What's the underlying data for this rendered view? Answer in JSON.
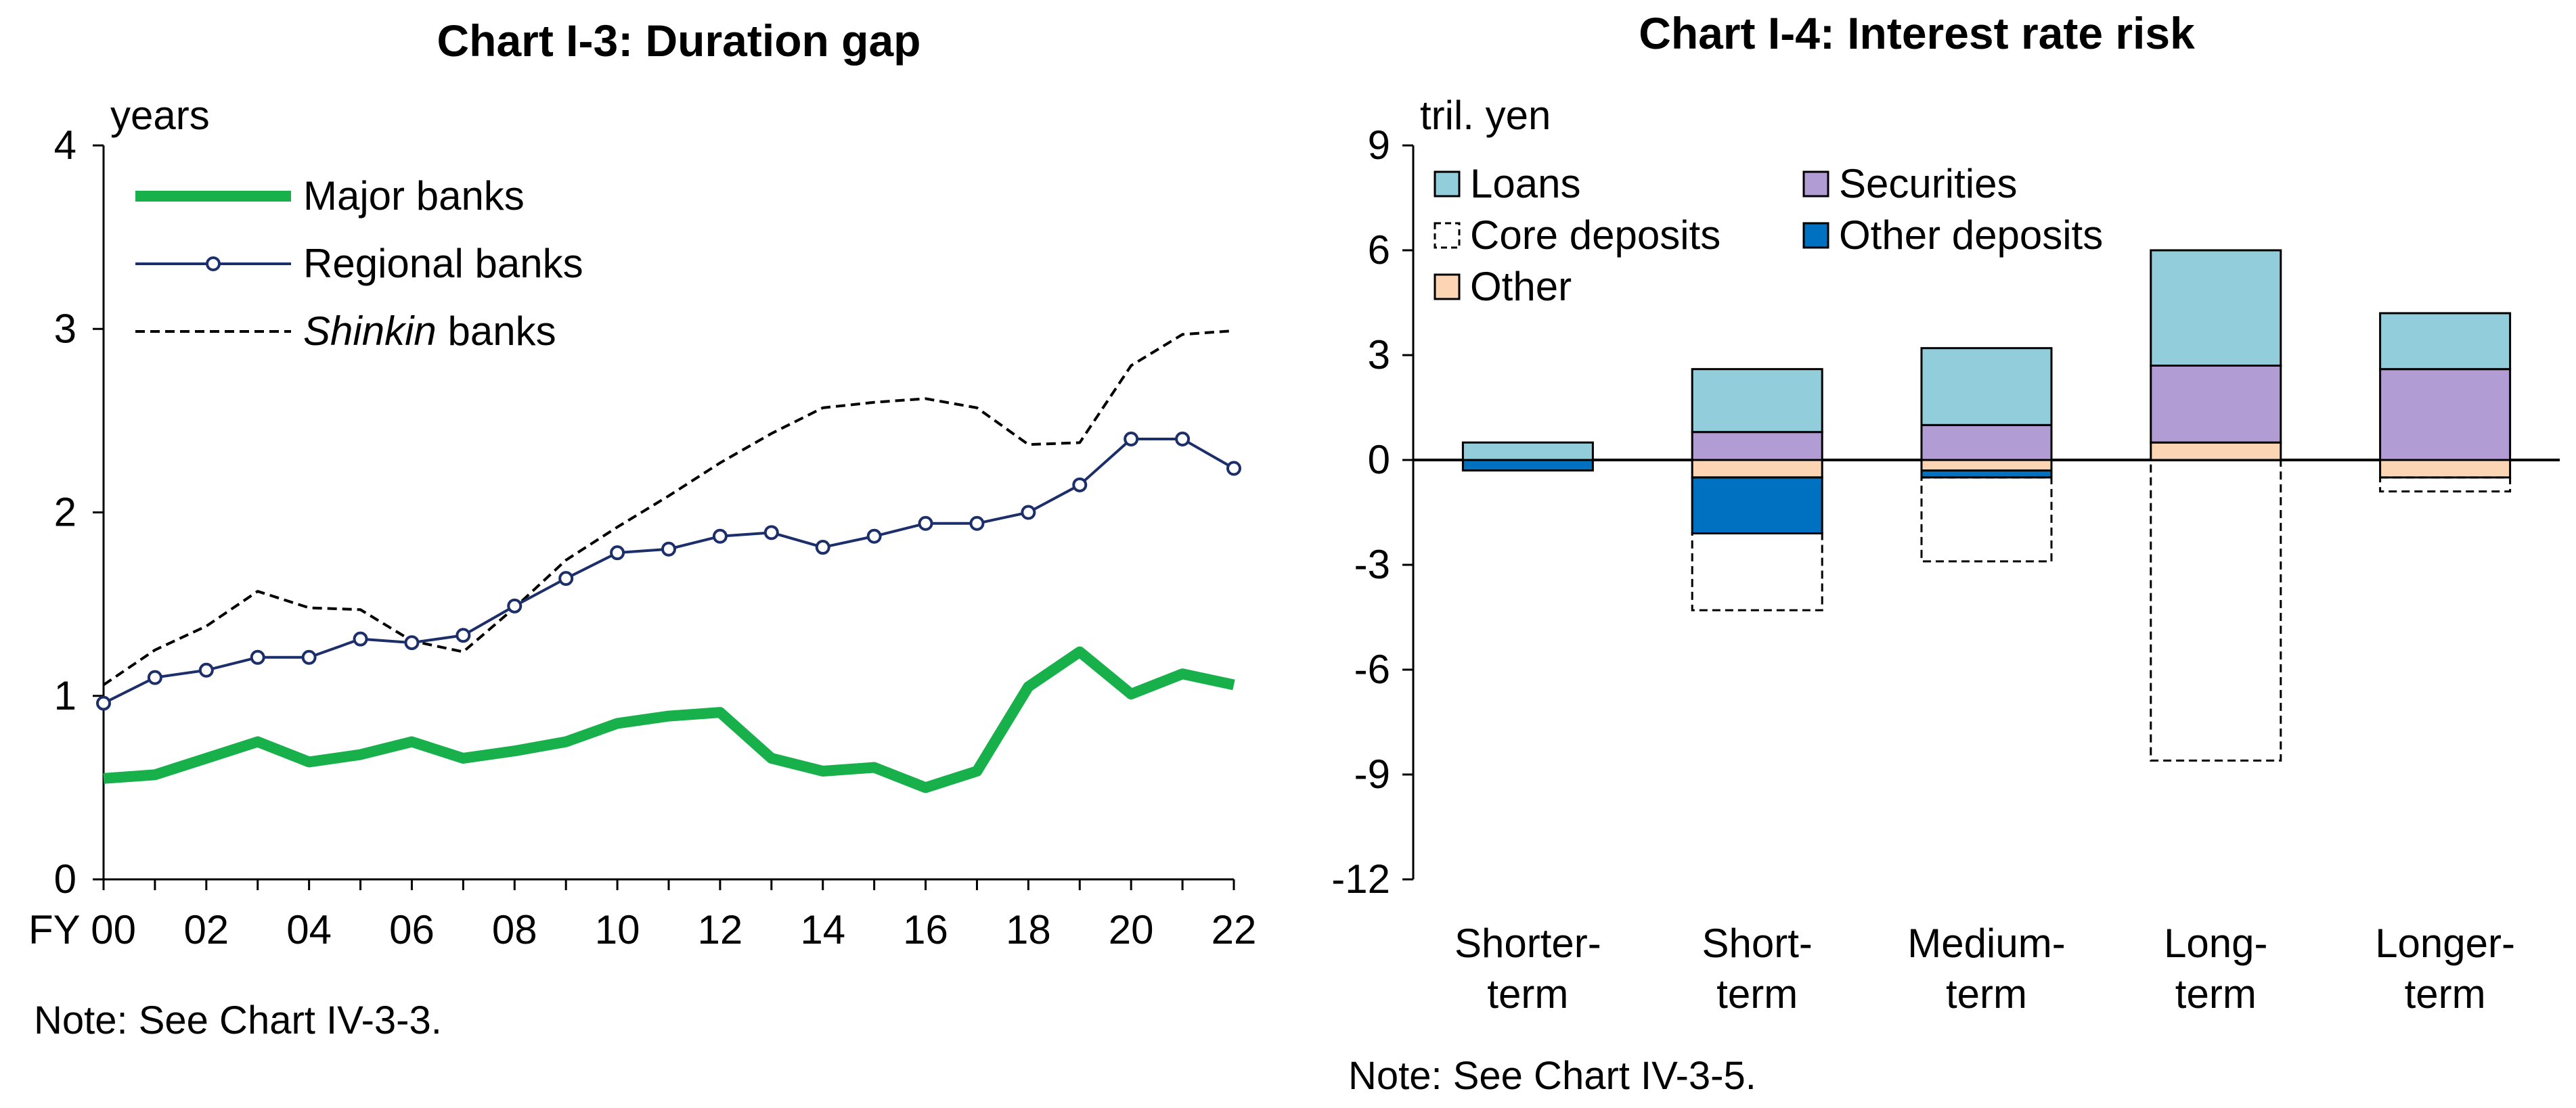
{
  "chart_data": [
    {
      "type": "line",
      "title": "Chart I-3: Duration gap",
      "ylabel": "years",
      "xlabel": "",
      "ylim": [
        0,
        4
      ],
      "yticks": [
        "0",
        "1",
        "2",
        "3",
        "4"
      ],
      "x": [
        0,
        1,
        2,
        3,
        4,
        5,
        6,
        7,
        8,
        9,
        10,
        11,
        12,
        13,
        14,
        15,
        16,
        17,
        18,
        19,
        20,
        21,
        22
      ],
      "xtick_labels": [
        "FY 00",
        "02",
        "04",
        "06",
        "08",
        "10",
        "12",
        "14",
        "16",
        "18",
        "20",
        "22"
      ],
      "xtick_values": [
        0,
        2,
        4,
        6,
        8,
        10,
        12,
        14,
        16,
        18,
        20,
        22
      ],
      "series": [
        {
          "name": "Major banks",
          "color": "#18b04b",
          "style": "thick",
          "values": [
            0.55,
            0.57,
            0.66,
            0.75,
            0.64,
            0.68,
            0.75,
            0.66,
            0.7,
            0.75,
            0.85,
            0.89,
            0.91,
            0.66,
            0.59,
            0.61,
            0.5,
            0.59,
            1.05,
            1.24,
            1.01,
            1.12,
            1.06
          ]
        },
        {
          "name": "Regional banks",
          "color": "#1c2f6b",
          "style": "marker",
          "values": [
            0.96,
            1.1,
            1.14,
            1.21,
            1.21,
            1.31,
            1.29,
            1.33,
            1.49,
            1.64,
            1.78,
            1.8,
            1.87,
            1.89,
            1.81,
            1.87,
            1.94,
            1.94,
            2.0,
            2.15,
            2.4,
            2.4,
            2.24
          ]
        },
        {
          "name_parts": [
            "Shinkin",
            " banks"
          ],
          "color": "#000000",
          "style": "dashed",
          "values": [
            1.06,
            1.25,
            1.38,
            1.57,
            1.48,
            1.47,
            1.3,
            1.24,
            1.48,
            1.74,
            1.92,
            2.09,
            2.27,
            2.43,
            2.57,
            2.6,
            2.62,
            2.57,
            2.37,
            2.38,
            2.8,
            2.97,
            2.99
          ]
        }
      ],
      "note": "Note: See Chart IV-3-3."
    },
    {
      "type": "bar",
      "stacked": true,
      "title": "Chart I-4: Interest rate risk",
      "ylabel": "tril. yen",
      "xlabel": "",
      "ylim": [
        -12,
        9
      ],
      "yticks": [
        "-12",
        "-9",
        "-6",
        "-3",
        "0",
        "3",
        "6",
        "9"
      ],
      "categories": [
        [
          "Shorter-",
          "term"
        ],
        [
          "Short-",
          "term"
        ],
        [
          "Medium-",
          "term"
        ],
        [
          "Long-",
          "term"
        ],
        [
          "Longer-",
          "term"
        ]
      ],
      "series": [
        {
          "name": "Loans",
          "color": "#92cddc",
          "style": "solid",
          "values": [
            0.5,
            1.8,
            2.2,
            3.3,
            1.6
          ]
        },
        {
          "name": "Securities",
          "color": "#b19cd3",
          "style": "solid",
          "values": [
            0.0,
            0.8,
            1.0,
            2.2,
            2.6
          ]
        },
        {
          "name": "Core deposits",
          "color": "#ffffff",
          "style": "dashed",
          "values": [
            0.0,
            -2.2,
            -2.4,
            -8.6,
            -0.4
          ]
        },
        {
          "name": "Other deposits",
          "color": "#0070c0",
          "style": "solid",
          "values": [
            -0.3,
            -1.6,
            -0.2,
            0.0,
            0.0
          ]
        },
        {
          "name": "Other",
          "color": "#fcd5b4",
          "style": "solid",
          "values": [
            0.0,
            -0.5,
            -0.3,
            0.5,
            -0.5
          ]
        }
      ],
      "legend_order": [
        "Loans",
        "Securities",
        "Core deposits",
        "Other deposits",
        "Other"
      ],
      "note": "Note: See Chart IV-3-5."
    }
  ]
}
